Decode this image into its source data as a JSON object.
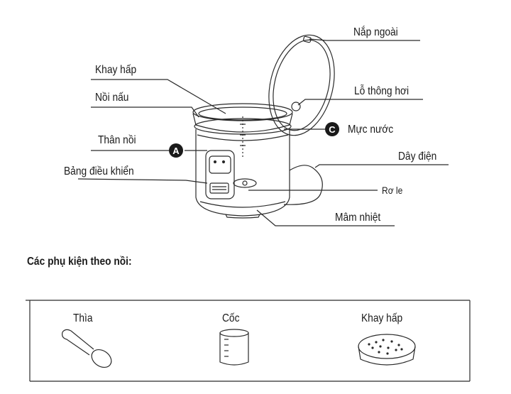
{
  "labels": {
    "nap_ngoai": "Nắp ngoài",
    "khay_hap": "Khay hấp",
    "noi_nau": "Nồi nấu",
    "lo_thong_hoi": "Lỗ thông hơi",
    "muc_nuoc": "Mực nước",
    "than_noi": "Thân nồi",
    "day_dien": "Dây điện",
    "bang_dieu_khien": "Bảng điều khiển",
    "ro_le": "Rơ le",
    "mam_nhiet": "Mâm nhiệt"
  },
  "markers": {
    "a": "A",
    "c": "C"
  },
  "accessories": {
    "heading": "Các phụ kiện theo nồi:",
    "items": [
      {
        "label": "Thìa",
        "icon": "spoon-icon"
      },
      {
        "label": "Cốc",
        "icon": "cup-icon"
      },
      {
        "label": "Khay hấp",
        "icon": "steamer-tray-icon"
      }
    ]
  },
  "colors": {
    "line": "#2a2a2a",
    "marker_fill": "#1a1a1a"
  }
}
